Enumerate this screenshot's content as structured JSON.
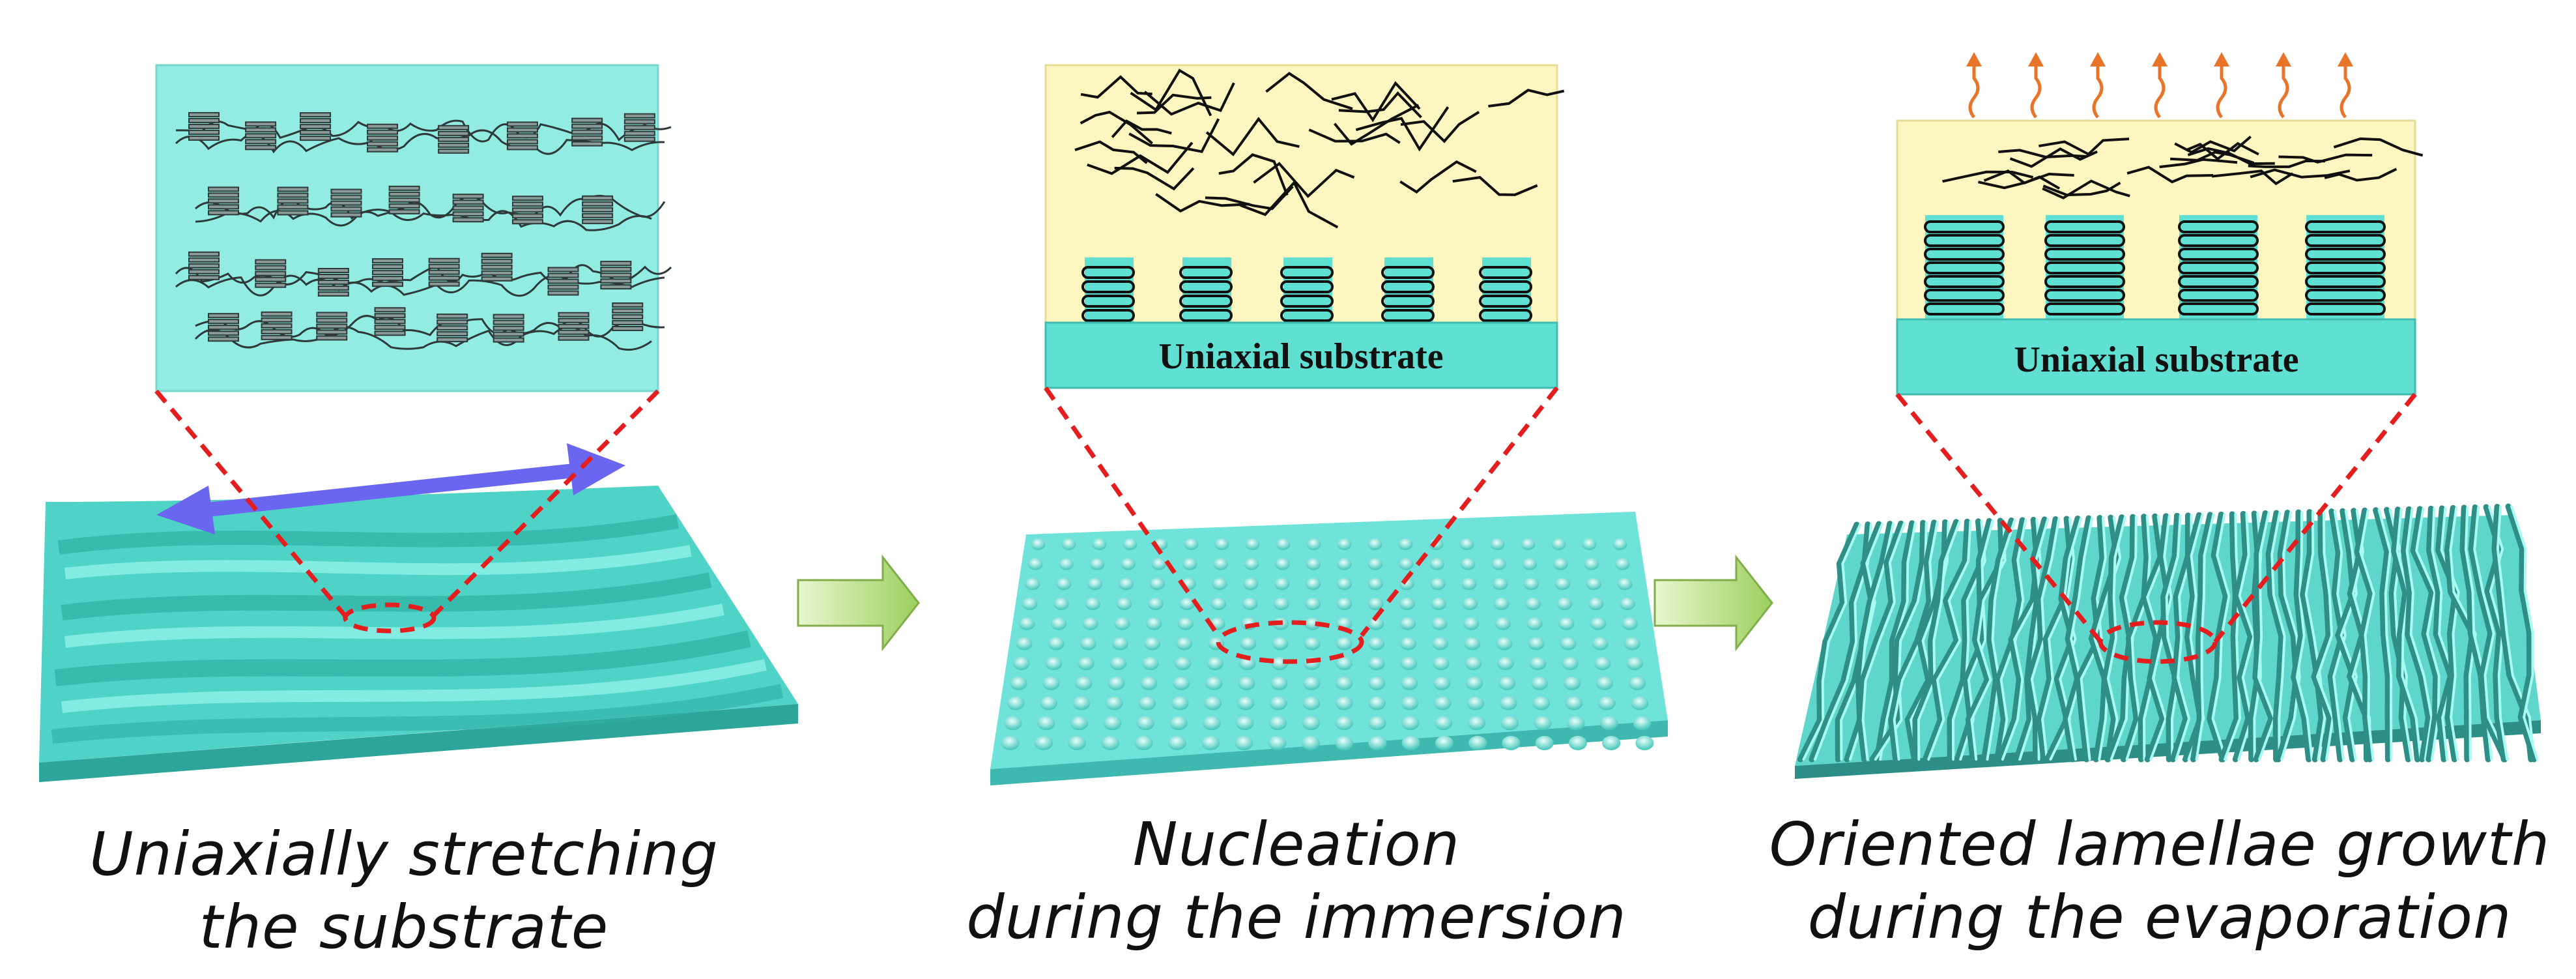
{
  "panels": [
    {
      "caption_line1": "Uniaxially stretching",
      "caption_line2": "the substrate"
    },
    {
      "caption_line1": "Nucleation",
      "caption_line2": "during the immersion",
      "substrate_label": "Uniaxial substrate"
    },
    {
      "caption_line1": "Oriented lamellae growth",
      "caption_line2": "during the evaporation",
      "substrate_label": "Uniaxial substrate"
    }
  ],
  "colors": {
    "teal": "#5fe0d2",
    "teal_dark": "#3fbcb0",
    "zoom_bg_teal": "#92ece2",
    "solution_yellow": "#fdf6c0",
    "dashed_red": "#e41e1e",
    "stretch_arrow": "#6a66f0",
    "process_arrow": "#c6e596",
    "evaporation_arrow": "#e8742a"
  },
  "icons": [
    "double-headed-stretch-arrow",
    "process-arrow",
    "evaporation-arrow"
  ]
}
